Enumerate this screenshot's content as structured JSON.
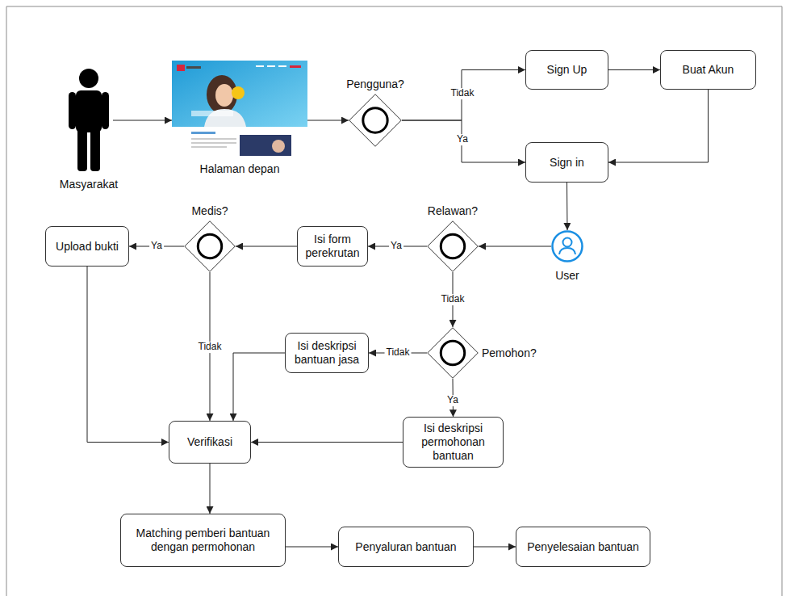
{
  "diagram": {
    "nodes": [
      {
        "text": [
          "Masyarakat"
        ]
      },
      {
        "text": [
          "Halaman depan"
        ]
      },
      {
        "text": [
          "Pengguna?"
        ]
      },
      {
        "text": [
          "Sign Up"
        ]
      },
      {
        "text": [
          "Buat Akun"
        ]
      },
      {
        "text": [
          "Sign in"
        ]
      },
      {
        "text": [
          "User"
        ]
      },
      {
        "text": [
          "Relawan?"
        ]
      },
      {
        "text": [
          "Isi form perekrutan"
        ]
      },
      {
        "text": [
          "Medis?"
        ]
      },
      {
        "text": [
          "Upload bukti"
        ]
      },
      {
        "text": [
          "Pemohon?"
        ]
      },
      {
        "text": [
          "Isi deskripsi bantuan jasa"
        ]
      },
      {
        "text": [
          "Isi deskripsi permohonan bantuan"
        ]
      },
      {
        "text": [
          "Verifikasi"
        ]
      },
      {
        "text": [
          "Matching pemberi bantuan dengan permohonan"
        ]
      },
      {
        "text": [
          "Penyaluran bantuan"
        ]
      },
      {
        "text": [
          "Penyelesaian bantuan"
        ]
      }
    ],
    "edges": [
      {
        "from": 0,
        "to": 1,
        "arrow": "to"
      },
      {
        "from": 1,
        "to": 2,
        "arrow": "to"
      },
      {
        "from": 2,
        "to": 3,
        "label": "Tidak",
        "arrow": "to"
      },
      {
        "from": 2,
        "to": 5,
        "label": "Ya",
        "arrow": "to"
      },
      {
        "from": 3,
        "to": 4,
        "arrow": "to"
      },
      {
        "from": 4,
        "to": 5,
        "arrow": "to"
      },
      {
        "from": 5,
        "to": 6,
        "arrow": "to"
      },
      {
        "from": 6,
        "to": 7,
        "arrow": "to"
      },
      {
        "from": 7,
        "to": 8,
        "label": "Ya",
        "arrow": "to"
      },
      {
        "from": 8,
        "to": 9,
        "arrow": "to"
      },
      {
        "from": 9,
        "to": 10,
        "label": "Ya",
        "arrow": "to"
      },
      {
        "from": 9,
        "to": 14,
        "label": "Tidak",
        "arrow": "to"
      },
      {
        "from": 10,
        "to": 14,
        "arrow": "to"
      },
      {
        "from": 7,
        "to": 11,
        "label": "Tidak",
        "arrow": "to"
      },
      {
        "from": 11,
        "to": 12,
        "label": "Tidak",
        "arrow": "to"
      },
      {
        "from": 11,
        "to": 13,
        "label": "Ya",
        "arrow": "to"
      },
      {
        "from": 12,
        "to": 14,
        "arrow": "to"
      },
      {
        "from": 13,
        "to": 14,
        "arrow": "to"
      },
      {
        "from": 14,
        "to": 15,
        "arrow": "to"
      },
      {
        "from": 15,
        "to": 16,
        "arrow": "to"
      },
      {
        "from": 16,
        "to": 17,
        "arrow": "to"
      }
    ]
  }
}
